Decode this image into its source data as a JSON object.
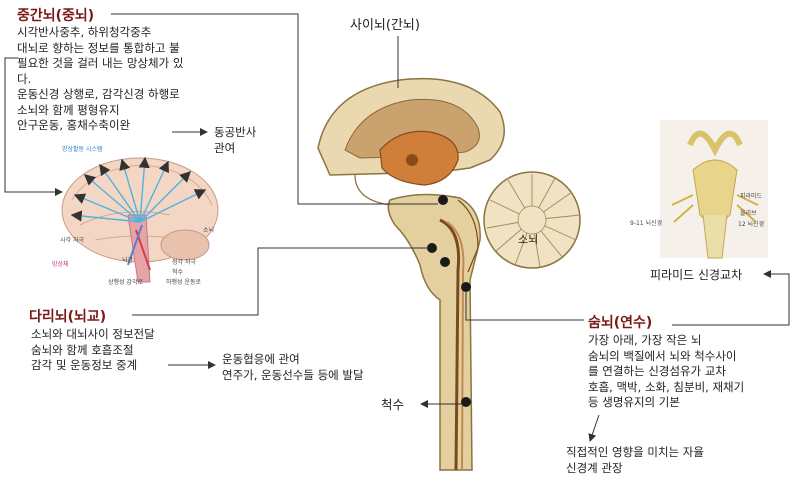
{
  "midbrain": {
    "title": "중간뇌(중뇌)",
    "lines": [
      "시각반사중추, 하위청각중추",
      "대뇌로 향하는 정보를 통합하고 불",
      "필요한 것을 걸러 내는 망상체가 있",
      "다.",
      "운동신경 상행로, 감각신경 하행로",
      "소뇌와 함께 평형유지",
      "안구운동, 홍채수축이완"
    ],
    "note": [
      "동공반사",
      "관여"
    ]
  },
  "diencephalon": {
    "label": "사이뇌(간뇌)"
  },
  "pons": {
    "title": "다리뇌(뇌교)",
    "lines": [
      "소뇌와 대뇌사이 정보전달",
      "숨뇌와 함께 호흡조절",
      "감각 및 운동정보 중계"
    ],
    "note": [
      "운동협응에 관여",
      "연주가, 운동선수들 등에 발달"
    ]
  },
  "medulla": {
    "title": "숨뇌(연수)",
    "lines": [
      "가장 아래, 가장 작은 뇌",
      "숨뇌의 백질에서 뇌와 척수사이",
      "를 연결하는 신경섬유가 교차",
      "호흡, 맥박, 소화, 침분비, 재채기",
      "등 생명유지의 기본"
    ],
    "note": [
      "직접적인 영향을 미치는 자율",
      "신경계 관장"
    ]
  },
  "spinal_cord": {
    "label": "척수"
  },
  "cerebellum": {
    "label": "소뇌"
  },
  "pyramid": {
    "label": "피라미드 신경교차",
    "inset_labels": [
      "피라미드",
      "올리브",
      "9-11 뇌신경",
      "12 뇌신경"
    ]
  },
  "inset_brain": {
    "labels": [
      "망상활동 시스템",
      "시각 자극",
      "소뇌",
      "청각 자극",
      "뇌간",
      "척수",
      "상행성 감각로",
      "하행성 운동로",
      "망상체"
    ]
  },
  "colors": {
    "heading": "#7b1a14",
    "arrow": "#333333"
  }
}
